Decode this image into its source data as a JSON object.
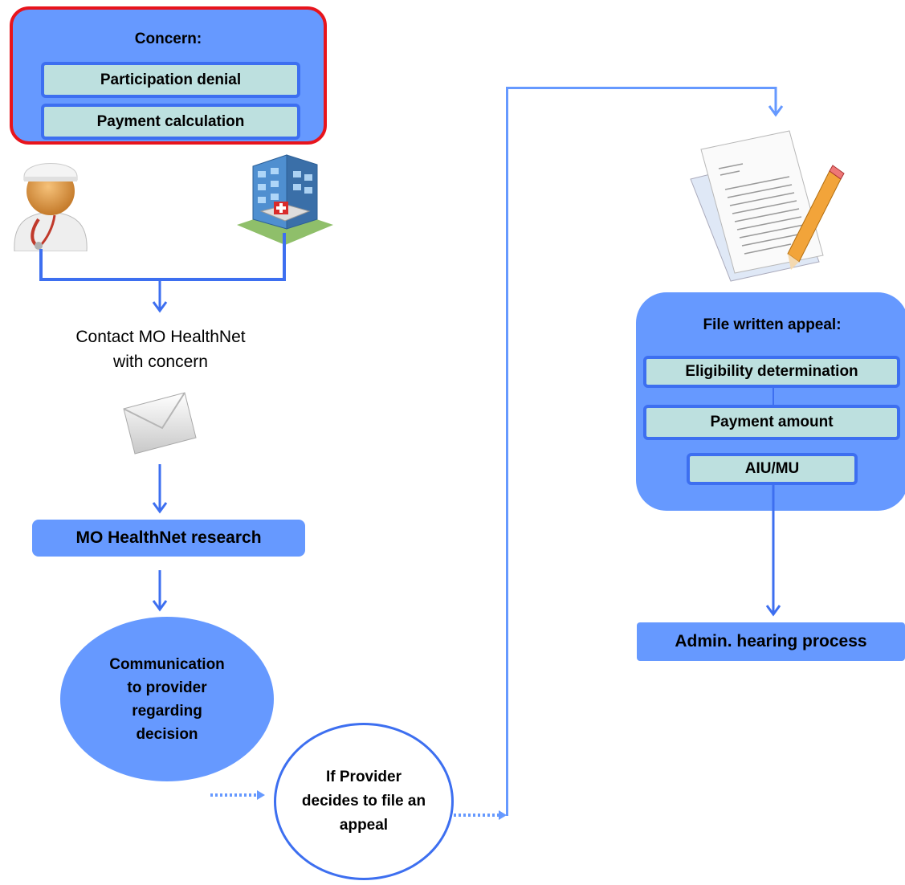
{
  "concern": {
    "title": "Concern:",
    "items": [
      "Participation denial",
      "Payment calculation"
    ]
  },
  "contact_text": [
    "Contact MO HealthNet",
    "with concern"
  ],
  "research": "MO HealthNet research",
  "communication": [
    "Communication",
    "to provider",
    "regarding",
    "decision"
  ],
  "appeal_decision": [
    "If Provider",
    "decides to file an",
    "appeal"
  ],
  "written_appeal": {
    "title": "File written appeal:",
    "items": [
      "Eligibility determination",
      "Payment amount",
      "AIU/MU"
    ]
  },
  "hearing": "Admin. hearing process",
  "colors": {
    "box_blue": "#6699ff",
    "line_blue": "#3d6ff0",
    "pill_fill": "#bde0df",
    "alert_red": "#e8141c"
  },
  "icons": [
    "doctor-icon",
    "hospital-icon",
    "envelope-icon",
    "document-pencil-icon"
  ]
}
